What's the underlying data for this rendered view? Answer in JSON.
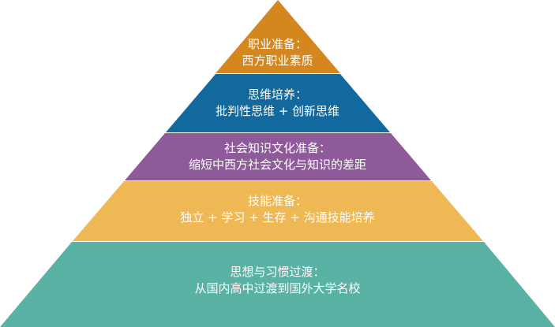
{
  "layers": [
    {
      "title": "职业准备：",
      "subtitle": "西方职业素质",
      "color": "#D4861F"
    },
    {
      "title": "思维培养：",
      "subtitle": "批判性思维 + 创新思维",
      "color": "#12699D"
    },
    {
      "title": "社会知识文化准备：",
      "subtitle": "缩短中西方社会文化与知识的差距",
      "color": "#8E5A9A"
    },
    {
      "title": "技能准备：",
      "subtitle": "独立 + 学习 + 生存 + 沟通技能培养",
      "color": "#EEB855"
    },
    {
      "title": "思想与习惯过渡：",
      "subtitle": "从国内高中过渡到国外大学名校",
      "color": "#5AB2A5"
    }
  ]
}
